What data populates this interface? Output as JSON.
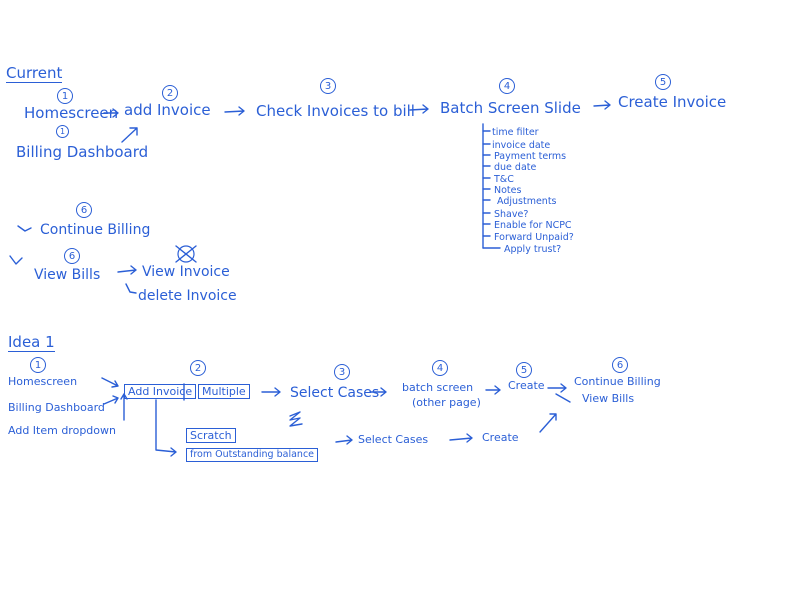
{
  "current": {
    "heading": "Current",
    "steps": [
      {
        "num": "1",
        "label": "Homescreen"
      },
      {
        "num": "2",
        "label": "add Invoice"
      },
      {
        "num": "3",
        "label": "Check Invoices to bill"
      },
      {
        "num": "4",
        "label": "Batch Screen Slide"
      },
      {
        "num": "5",
        "label": "Create Invoice"
      }
    ],
    "alt_start": {
      "num": "1",
      "label": "Billing Dashboard"
    },
    "batch_options": [
      "time filter",
      "invoice date",
      "Payment terms",
      "due date",
      "T&C",
      "Notes",
      "Adjustments",
      "Shave?",
      "Enable for NCPC",
      "Forward Unpaid?",
      "Apply trust?"
    ],
    "continue_billing": {
      "num": "6",
      "label": "Continue Billing"
    },
    "view_bills": {
      "num": "6",
      "label": "View Bills"
    },
    "view_invoice": "View Invoice",
    "delete_invoice": "delete Invoice"
  },
  "idea1": {
    "heading": "Idea 1",
    "entry_num": "1",
    "entries": [
      "Homescreen",
      "Billing Dashboard",
      "Add Item dropdown"
    ],
    "add_invoice": {
      "num": "2",
      "label": "Add Invoice"
    },
    "multiple": "Multiple",
    "select_cases": {
      "num": "3",
      "label": "Select Cases"
    },
    "batch_screen": {
      "num": "4",
      "label": "batch screen",
      "sub": "(other page)"
    },
    "create": {
      "num": "5",
      "label": "Create"
    },
    "continue_billing": {
      "num": "6",
      "label": "Continue Billing"
    },
    "view_bills": "View Bills",
    "scratch": "Scratch",
    "from_outstanding": "from Outstanding balance",
    "lower_select": "Select Cases",
    "lower_create": "Create"
  }
}
